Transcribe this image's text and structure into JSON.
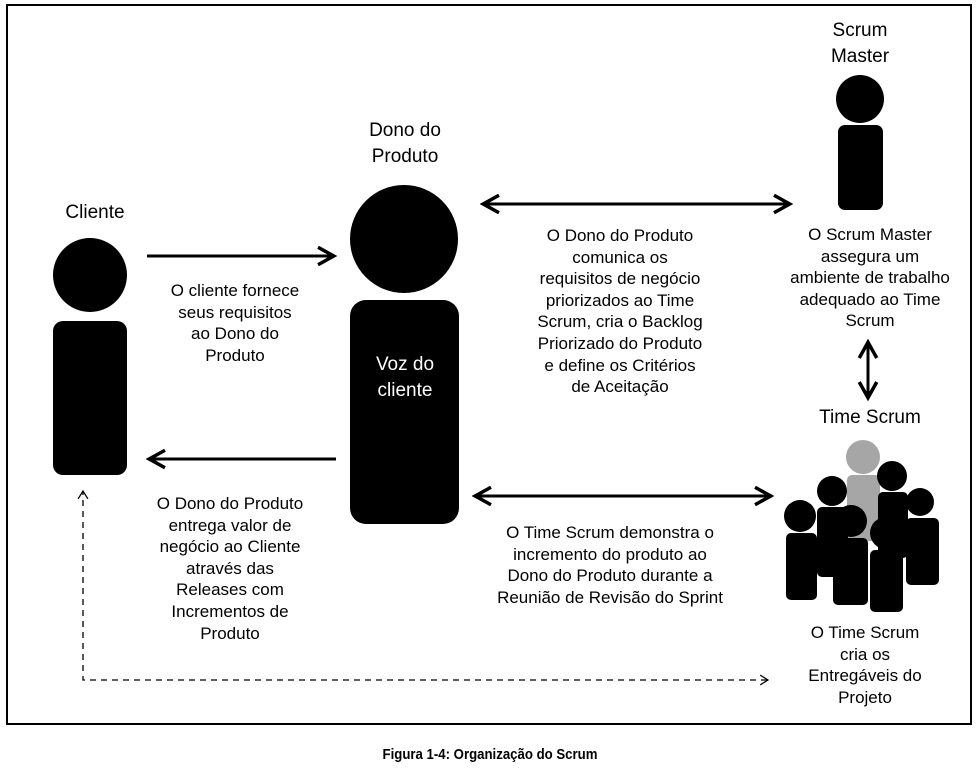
{
  "roles": {
    "cliente": "Cliente",
    "dono": "Dono do\nProduto",
    "voz": "Voz do\ncliente",
    "scrum_master": "Scrum\nMaster",
    "time_scrum": "Time Scrum"
  },
  "texts": {
    "cliente_fornece": "O cliente fornece\nseus requisitos\nao Dono do\nProduto",
    "dono_entrega": "O Dono do Produto\nentrega valor de\nnegócio ao Cliente\natravés das\nReleases com\nIncrementos de\nProduto",
    "dono_comunica": "O Dono do Produto\ncomunica os\nrequisitos de negócio\npriorizados ao Time\nScrum, cria o Backlog\nPriorizado do Produto\ne define os Critérios\nde Aceitação",
    "sm_assegura": "O Scrum Master\nassegura um\nambiente de trabalho\nadequado ao Time\nScrum",
    "time_demonstra": "O Time Scrum demonstra o\nincremento do produto ao\nDono do Produto durante a\nReunião de Revisão do Sprint",
    "time_cria": "O Time Scrum\ncria os\nEntregáveis do\nProjeto"
  },
  "caption": "Figura 1-4: Organização do Scrum"
}
